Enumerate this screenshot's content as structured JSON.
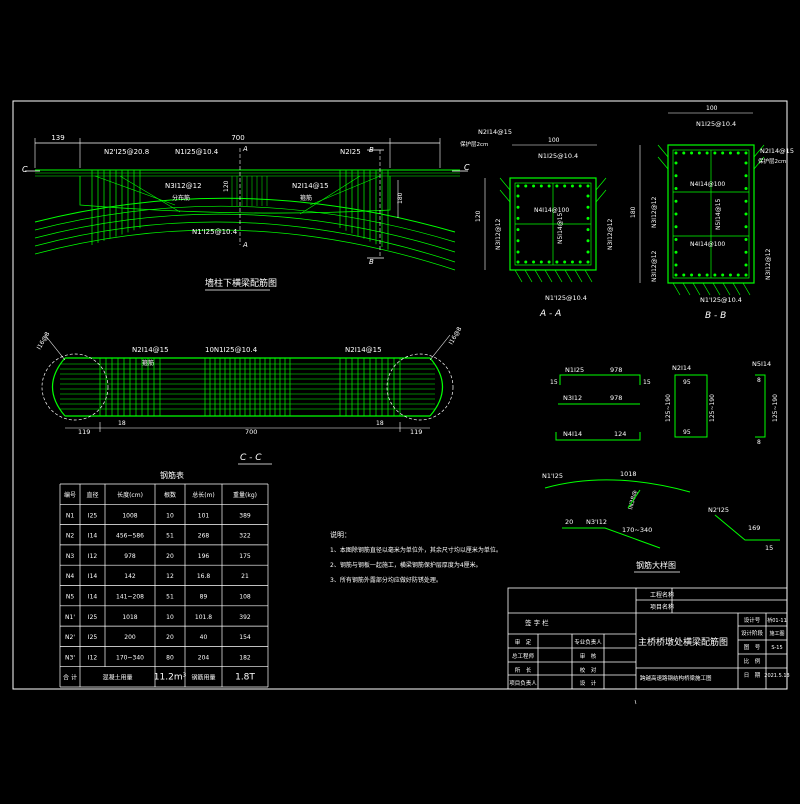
{
  "colors": {
    "background": "#000000",
    "frame": "#ffffff",
    "rebar": "#00ff00",
    "dimension": "#ffffff",
    "section": "#ffffff"
  },
  "elevation": {
    "title": "墙柱下横梁配筋图",
    "dim_total": "700",
    "dim_left": "139",
    "labels": {
      "n2_left": "N2'Ⅰ25@20.8",
      "n1_top": "N1Ⅰ25@10.4",
      "n2_right": "N2Ⅰ25",
      "n3": "N3Ⅰ12@12",
      "n2_14": "N2Ⅰ14@15",
      "n1_bottom": "N1'Ⅰ25@10.4",
      "left_note": "分布筋",
      "mid_note": "箍筋"
    },
    "dim_height": "120",
    "dim_height2": "180",
    "section_marks": {
      "a": "A",
      "b": "B",
      "c": "C"
    }
  },
  "section_aa": {
    "title": "A - A",
    "width": "100",
    "height": "120",
    "labels": {
      "top": "N1Ⅰ25@10.4",
      "n2": "N2Ⅰ14@15",
      "cover": "保护层2cm",
      "center": "N4Ⅰ14@100",
      "vert": "N5Ⅰ14@15",
      "left": "N3Ⅰ12@12",
      "right": "N3Ⅰ12@12",
      "bottom": "N1'Ⅰ25@10.4"
    }
  },
  "section_bb": {
    "title": "B - B",
    "width": "100",
    "height": "180",
    "labels": {
      "top": "N1Ⅰ25@10.4",
      "n2": "N2Ⅰ14@15",
      "cover": "保护层2cm",
      "center1": "N4Ⅰ14@100",
      "center2": "N4Ⅰ14@100",
      "vert": "N5Ⅰ14@15",
      "left": "N3Ⅰ12@12",
      "right": "N3Ⅰ12@12",
      "bottom": "N1'Ⅰ25@10.4"
    }
  },
  "plan_cc": {
    "title": "C - C",
    "dim_total": "700",
    "dim_left": "119",
    "dim_right": "119",
    "small_left": "18",
    "small_right": "18",
    "labels": {
      "n2_left": "N2Ⅰ14@15",
      "n1": "10N1Ⅰ25@10.4",
      "n2_right": "N2Ⅰ14@15",
      "note": "箍筋",
      "corner_left": "Ⅰ16@8",
      "corner_right": "Ⅰ16@8"
    }
  },
  "bar_details": {
    "title": "钢筋大样图",
    "n1": {
      "label": "N1Ⅰ25",
      "len": "978",
      "end": "15"
    },
    "n3": {
      "label": "N3Ⅰ12",
      "len": "978"
    },
    "n4": {
      "label": "N4Ⅰ14",
      "len": "124"
    },
    "n2": {
      "label": "N2Ⅰ14",
      "w": "95",
      "h": "125~190"
    },
    "n5": {
      "label": "N5Ⅰ14",
      "w": "8",
      "h": "125~190"
    },
    "n1p": {
      "label": "N1'Ⅰ25",
      "len": "1018"
    },
    "n3p": {
      "label": "N3'Ⅰ12",
      "len": "170~340",
      "end": "20",
      "diag": "ⅠN38@"
    },
    "n2p": {
      "label": "N2'Ⅰ25",
      "len": "169",
      "end": "15"
    }
  },
  "rebar_table": {
    "title": "钢筋表",
    "headers": [
      "编号",
      "直径",
      "长度(cm)",
      "根数",
      "总长(m)",
      "重量(kg)"
    ],
    "rows": [
      [
        "N1",
        "Ⅰ25",
        "1008",
        "10",
        "101",
        "389"
      ],
      [
        "N2",
        "Ⅰ14",
        "456~586",
        "51",
        "268",
        "322"
      ],
      [
        "N3",
        "Ⅰ12",
        "978",
        "20",
        "196",
        "175"
      ],
      [
        "N4",
        "Ⅰ14",
        "142",
        "12",
        "16.8",
        "21"
      ],
      [
        "N5",
        "Ⅰ14",
        "141~208",
        "51",
        "89",
        "108"
      ],
      [
        "N1'",
        "Ⅰ25",
        "1018",
        "10",
        "101.8",
        "392"
      ],
      [
        "N2'",
        "Ⅰ25",
        "200",
        "20",
        "40",
        "154"
      ],
      [
        "N3'",
        "Ⅰ12",
        "170~340",
        "80",
        "204",
        "182"
      ]
    ],
    "total_label": "合 计",
    "concrete_label": "混凝土用量",
    "concrete_value": "11.2m³",
    "steel_label": "钢筋用量",
    "steel_value": "1.8T"
  },
  "notes": {
    "title": "说明：",
    "lines": [
      "1、本图除钢筋直径以毫米为单位外，其余尺寸均以厘米为单位。",
      "2、钢筋与钢板一起施工，横梁钢筋保护层厚度为4厘米。",
      "3、所有钢筋外露部分均应做好防锈处理。"
    ]
  },
  "title_block": {
    "project_name": "工程名称",
    "project_part": "项目名称",
    "drawing_title": "主桥桥墩处横梁配筋图",
    "subtitle": "跨越高速路钢结构桥梁施工图",
    "left_rows": [
      [
        "审　定",
        "",
        "专业负责人",
        ""
      ],
      [
        "总工程师",
        "",
        "审　核",
        ""
      ],
      [
        "所　长",
        "",
        "校　对",
        ""
      ],
      [
        "项目负责人",
        "",
        "设　计",
        ""
      ]
    ],
    "sig_col": "签 字 栏",
    "right_rows": [
      [
        "设计号",
        "桥01-11"
      ],
      [
        "设计阶段",
        "施工图"
      ],
      [
        "图　号",
        "S-15"
      ],
      [
        "比　例",
        ""
      ],
      [
        "日　期",
        "2021.5.13"
      ]
    ]
  }
}
